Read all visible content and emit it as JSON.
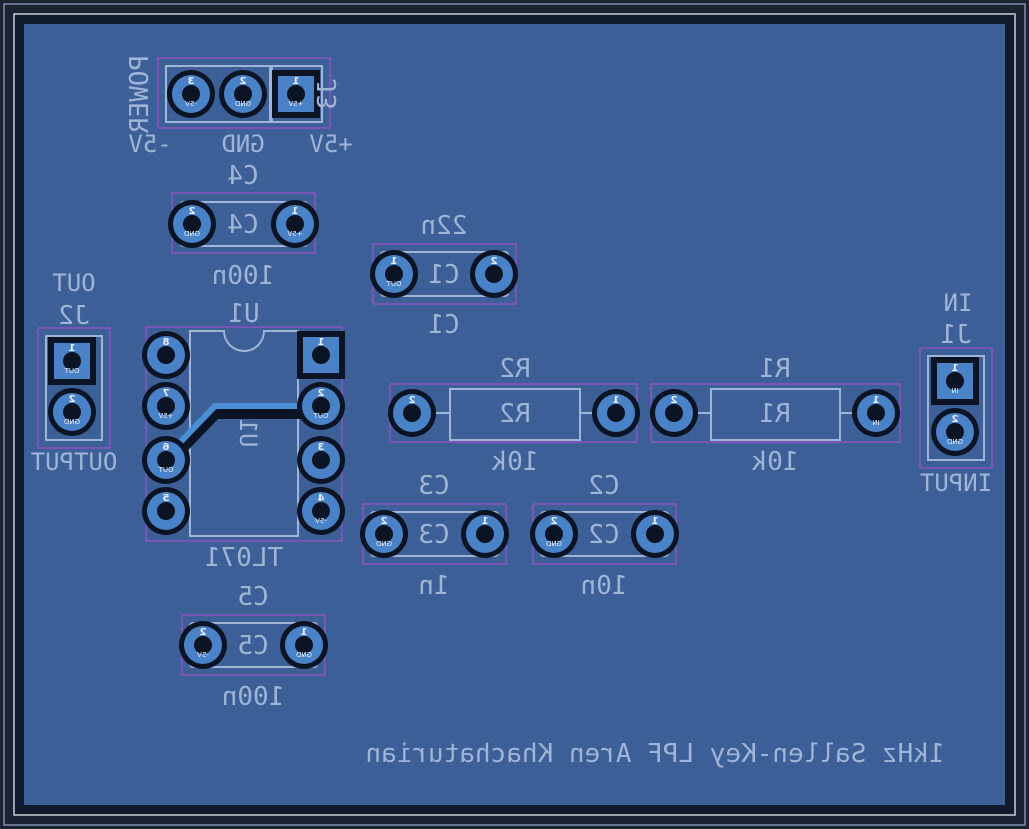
{
  "board": {
    "title_text": "1kHz Sallen-Key LPF Aren Khachaturian",
    "colors": {
      "background": "#1b2333",
      "copper_fill": "#3b5f96",
      "edge_cuts": "#c9cdd6",
      "courtyard": "#b44bd6",
      "silkscreen": "#9fb4d6",
      "pad": "#4a82c8",
      "pad_ring": "#0a1424",
      "trace": "#4a8fd4"
    }
  },
  "components": [
    {
      "ref": "J3",
      "value": "POWER",
      "labels": [
        "-5V",
        "GND",
        "+5V"
      ],
      "pads": [
        {
          "num": "3",
          "net": "-5V"
        },
        {
          "num": "2",
          "net": "GND"
        },
        {
          "num": "1",
          "net": "+5V"
        }
      ]
    },
    {
      "ref": "C4",
      "value": "100n",
      "body_label": "C4",
      "pads": [
        {
          "num": "2",
          "net": "GND"
        },
        {
          "num": "1",
          "net": "+5V"
        }
      ]
    },
    {
      "ref": "C1",
      "value": "22n",
      "body_label": "C1",
      "pads": [
        {
          "num": "1",
          "net": "OUT"
        },
        {
          "num": "2",
          "net": ""
        }
      ]
    },
    {
      "ref": "J2",
      "value": "OUTPUT",
      "extra_label": "OUT",
      "pads": [
        {
          "num": "1",
          "net": "OUT"
        },
        {
          "num": "2",
          "net": "GND"
        }
      ]
    },
    {
      "ref": "U1",
      "value": "TL071",
      "body_label": "U1",
      "pads": [
        {
          "num": "8",
          "net": ""
        },
        {
          "num": "7",
          "net": "+5V"
        },
        {
          "num": "6",
          "net": "OUT"
        },
        {
          "num": "5",
          "net": ""
        },
        {
          "num": "1",
          "net": ""
        },
        {
          "num": "2",
          "net": "OUT"
        },
        {
          "num": "3",
          "net": ""
        },
        {
          "num": "4",
          "net": "-5V"
        }
      ]
    },
    {
      "ref": "R2",
      "value": "10k",
      "body_label": "R2",
      "pads": [
        {
          "num": "2",
          "net": ""
        },
        {
          "num": "1",
          "net": ""
        }
      ]
    },
    {
      "ref": "R1",
      "value": "10k",
      "body_label": "R1",
      "pads": [
        {
          "num": "2",
          "net": ""
        },
        {
          "num": "1",
          "net": "IN"
        }
      ]
    },
    {
      "ref": "J1",
      "value": "INPUT",
      "extra_label": "IN",
      "pads": [
        {
          "num": "1",
          "net": "IN"
        },
        {
          "num": "2",
          "net": "GND"
        }
      ]
    },
    {
      "ref": "C3",
      "value": "1n",
      "body_label": "C3",
      "pads": [
        {
          "num": "2",
          "net": "GND"
        },
        {
          "num": "1",
          "net": ""
        }
      ]
    },
    {
      "ref": "C2",
      "value": "10n",
      "body_label": "C2",
      "pads": [
        {
          "num": "2",
          "net": "GND"
        },
        {
          "num": "1",
          "net": ""
        }
      ]
    },
    {
      "ref": "C5",
      "value": "100n",
      "body_label": "C5",
      "pads": [
        {
          "num": "2",
          "net": "-5V"
        },
        {
          "num": "1",
          "net": "GND"
        }
      ]
    }
  ]
}
